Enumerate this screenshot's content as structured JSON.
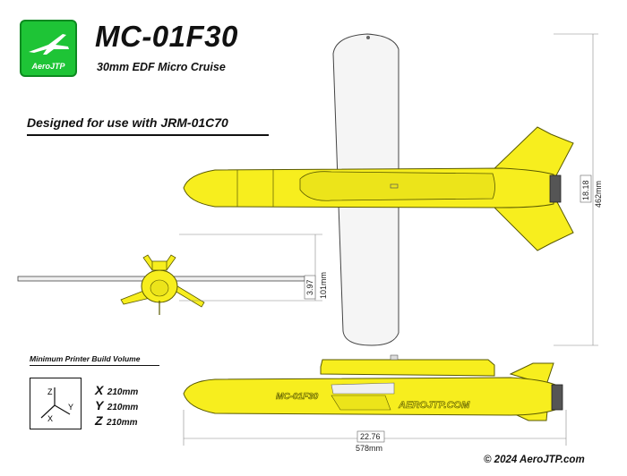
{
  "header": {
    "logo_text": "AeroJTP",
    "title": "MC-01F30",
    "subtitle": "30mm EDF Micro Cruise"
  },
  "designed_for": "Designed for use with JRM-01C70",
  "build_volume": {
    "heading": "Minimum Printer Build Volume",
    "axes": [
      {
        "axis": "X",
        "value": "210mm"
      },
      {
        "axis": "Y",
        "value": "210mm"
      },
      {
        "axis": "Z",
        "value": "210mm"
      }
    ],
    "icon_labels": {
      "z": "Z",
      "x": "X",
      "y": "Y"
    }
  },
  "dimensions": {
    "height_in": "18.18",
    "height_mm": "462mm",
    "fin_in": "3.97",
    "fin_mm": "101mm",
    "length_in": "22.76",
    "length_mm": "578mm"
  },
  "side_view_labels": {
    "model": "MC-01F30",
    "brand": "AEROJTP.COM"
  },
  "copyright": "© 2024  AeroJTP.com",
  "colors": {
    "body_yellow": "#f7ee1e",
    "outline": "#5a5a00",
    "logo_green": "#1ec436",
    "wing_white": "#f5f5f5"
  }
}
